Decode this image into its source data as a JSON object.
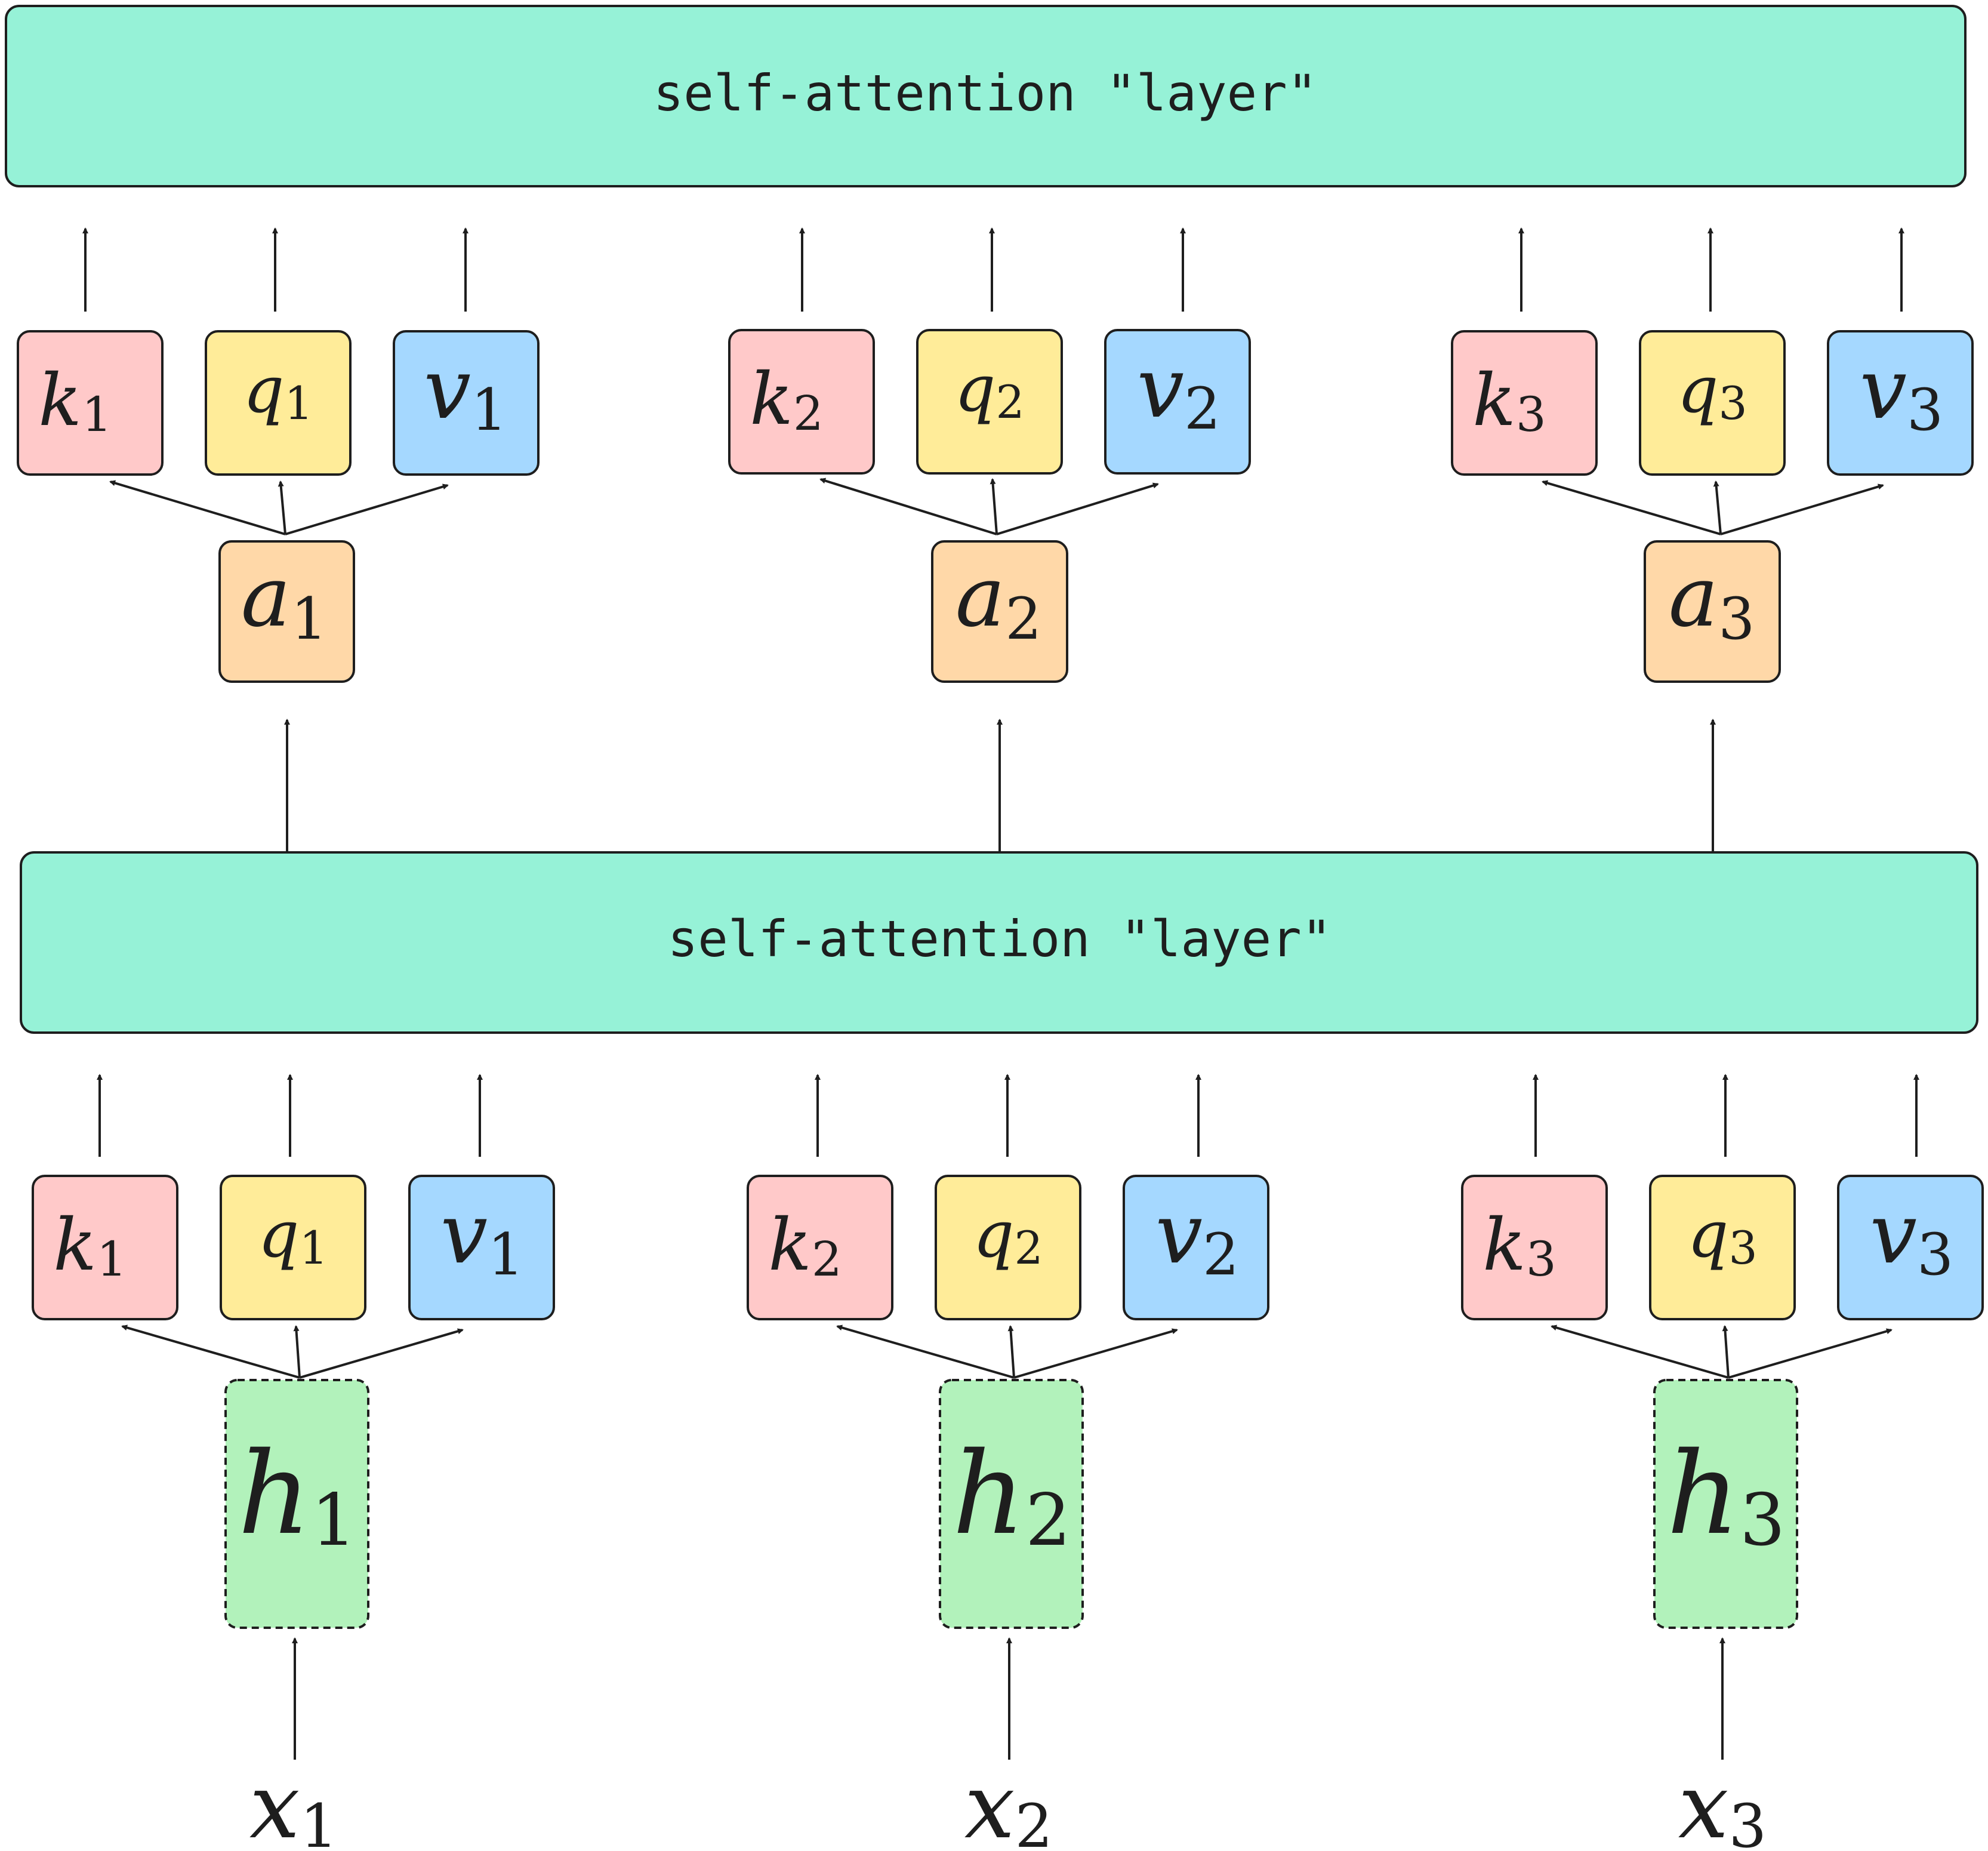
{
  "layers": [
    {
      "label": "self-attention \"layer\""
    },
    {
      "label": "self-attention \"layer\""
    }
  ],
  "top_tokens": [
    {
      "k": "k",
      "q": "q",
      "v": "v",
      "a": "a",
      "index": "1"
    },
    {
      "k": "k",
      "q": "q",
      "v": "v",
      "a": "a",
      "index": "2"
    },
    {
      "k": "k",
      "q": "q",
      "v": "v",
      "a": "a",
      "index": "3"
    }
  ],
  "bottom_tokens": [
    {
      "k": "k",
      "q": "q",
      "v": "v",
      "h": "h",
      "x": "x",
      "index": "1"
    },
    {
      "k": "k",
      "q": "q",
      "v": "v",
      "h": "h",
      "x": "x",
      "index": "2"
    },
    {
      "k": "k",
      "q": "q",
      "v": "v",
      "h": "h",
      "x": "x",
      "index": "3"
    }
  ],
  "colors": {
    "layer": "#96f2d7",
    "key": "#ffc9c9",
    "query": "#ffec99",
    "value": "#a5d8ff",
    "attention_output": "#ffd8a8",
    "hidden": "#b2f2bb",
    "stroke": "#1e1e1e"
  }
}
